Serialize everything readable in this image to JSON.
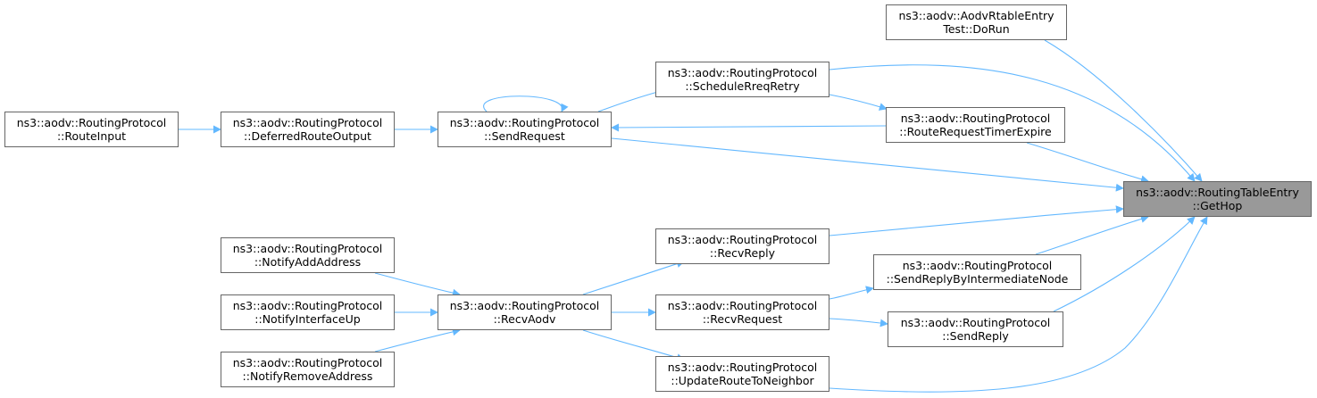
{
  "colors": {
    "edge": "#63b8ff",
    "node_border": "#666666",
    "target_fill": "#999999"
  },
  "nodes": [
    {
      "id": "gethop",
      "line1": "ns3::aodv::RoutingTableEntry",
      "line2": "::GetHop"
    },
    {
      "id": "dorun",
      "line1": "ns3::aodv::AodvRtableEntry",
      "line2": "Test::DoRun"
    },
    {
      "id": "schedule",
      "line1": "ns3::aodv::RoutingProtocol",
      "line2": "::ScheduleRreqRetry"
    },
    {
      "id": "timerexpire",
      "line1": "ns3::aodv::RoutingProtocol",
      "line2": "::RouteRequestTimerExpire"
    },
    {
      "id": "sendrequest",
      "line1": "ns3::aodv::RoutingProtocol",
      "line2": "::SendRequest"
    },
    {
      "id": "deferred",
      "line1": "ns3::aodv::RoutingProtocol",
      "line2": "::DeferredRouteOutput"
    },
    {
      "id": "routeinput",
      "line1": "ns3::aodv::RoutingProtocol",
      "line2": "::RouteInput"
    },
    {
      "id": "recvreply",
      "line1": "ns3::aodv::RoutingProtocol",
      "line2": "::RecvReply"
    },
    {
      "id": "intermediate",
      "line1": "ns3::aodv::RoutingProtocol",
      "line2": "::SendReplyByIntermediateNode"
    },
    {
      "id": "recvrequest",
      "line1": "ns3::aodv::RoutingProtocol",
      "line2": "::RecvRequest"
    },
    {
      "id": "sendreply",
      "line1": "ns3::aodv::RoutingProtocol",
      "line2": "::SendReply"
    },
    {
      "id": "updateneighbor",
      "line1": "ns3::aodv::RoutingProtocol",
      "line2": "::UpdateRouteToNeighbor"
    },
    {
      "id": "recvaodv",
      "line1": "ns3::aodv::RoutingProtocol",
      "line2": "::RecvAodv"
    },
    {
      "id": "notifyadd",
      "line1": "ns3::aodv::RoutingProtocol",
      "line2": "::NotifyAddAddress"
    },
    {
      "id": "notifyup",
      "line1": "ns3::aodv::RoutingProtocol",
      "line2": "::NotifyInterfaceUp"
    },
    {
      "id": "notifyremove",
      "line1": "ns3::aodv::RoutingProtocol",
      "line2": "::NotifyRemoveAddress"
    }
  ],
  "edges": [
    {
      "from": "dorun",
      "to": "gethop"
    },
    {
      "from": "schedule",
      "to": "gethop"
    },
    {
      "from": "timerexpire",
      "to": "gethop"
    },
    {
      "from": "sendrequest",
      "to": "gethop"
    },
    {
      "from": "recvreply",
      "to": "gethop"
    },
    {
      "from": "intermediate",
      "to": "gethop"
    },
    {
      "from": "sendreply",
      "to": "gethop"
    },
    {
      "from": "updateneighbor",
      "to": "gethop"
    },
    {
      "from": "sendrequest",
      "to": "schedule"
    },
    {
      "from": "schedule",
      "to": "timerexpire"
    },
    {
      "from": "timerexpire",
      "to": "sendrequest"
    },
    {
      "from": "sendrequest",
      "to": "sendrequest"
    },
    {
      "from": "deferred",
      "to": "sendrequest"
    },
    {
      "from": "routeinput",
      "to": "deferred"
    },
    {
      "from": "recvaodv",
      "to": "recvreply"
    },
    {
      "from": "recvaodv",
      "to": "recvrequest"
    },
    {
      "from": "recvaodv",
      "to": "updateneighbor"
    },
    {
      "from": "recvrequest",
      "to": "intermediate"
    },
    {
      "from": "recvrequest",
      "to": "sendreply"
    },
    {
      "from": "notifyadd",
      "to": "recvaodv"
    },
    {
      "from": "notifyup",
      "to": "recvaodv"
    },
    {
      "from": "notifyremove",
      "to": "recvaodv"
    }
  ]
}
